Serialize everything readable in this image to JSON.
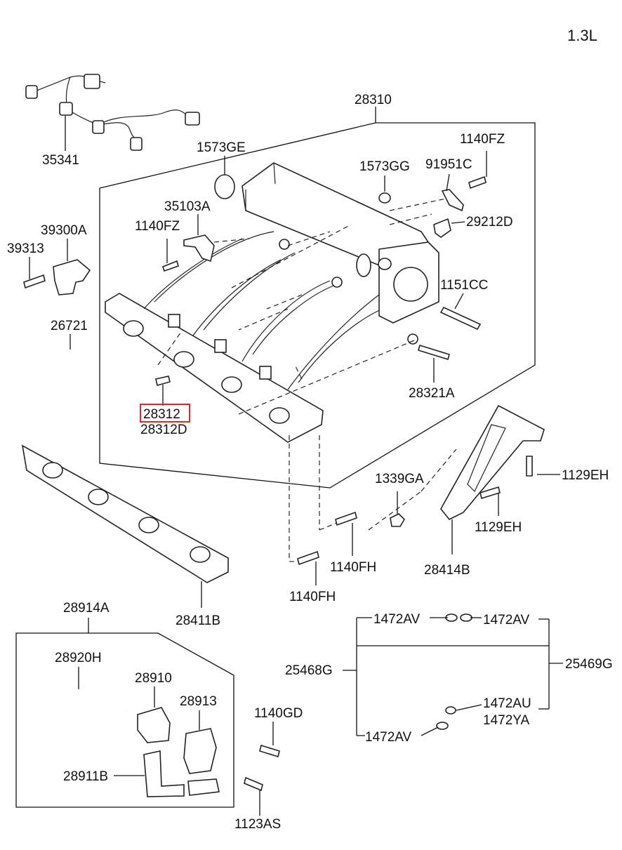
{
  "engine_label": "1.3L",
  "labels": {
    "p28310": "28310",
    "p35341": "35341",
    "p1573GE": "1573GE",
    "p1573GG": "1573GG",
    "p91951C": "91951C",
    "p1140FZ_a": "1140FZ",
    "p29212D": "29212D",
    "p35103A": "35103A",
    "p1140FZ_b": "1140FZ",
    "p39300A": "39300A",
    "p39313": "39313",
    "p1151CC": "1151CC",
    "p26721": "26721",
    "p28312": "28312",
    "p28312D": "28312D",
    "p28321A": "28321A",
    "p1129EH_a": "1129EH",
    "p1129EH_b": "1129EH",
    "p1339GA": "1339GA",
    "p28414B": "28414B",
    "p1140FH_a": "1140FH",
    "p1140FH_b": "1140FH",
    "p28411B": "28411B",
    "p28914A": "28914A",
    "p28920H": "28920H",
    "p28910": "28910",
    "p28913": "28913",
    "p28911B": "28911B",
    "p1140GD": "1140GD",
    "p1123AS": "1123AS",
    "p1472AV_a": "1472AV",
    "p1472AV_b": "1472AV",
    "p1472AV_c": "1472AV",
    "p25468G": "25468G",
    "p25469G": "25469G",
    "p1472AU": "1472AU",
    "p1472YA": "1472YA"
  },
  "highlight": {
    "part": "28312",
    "color": "#e0252a"
  }
}
